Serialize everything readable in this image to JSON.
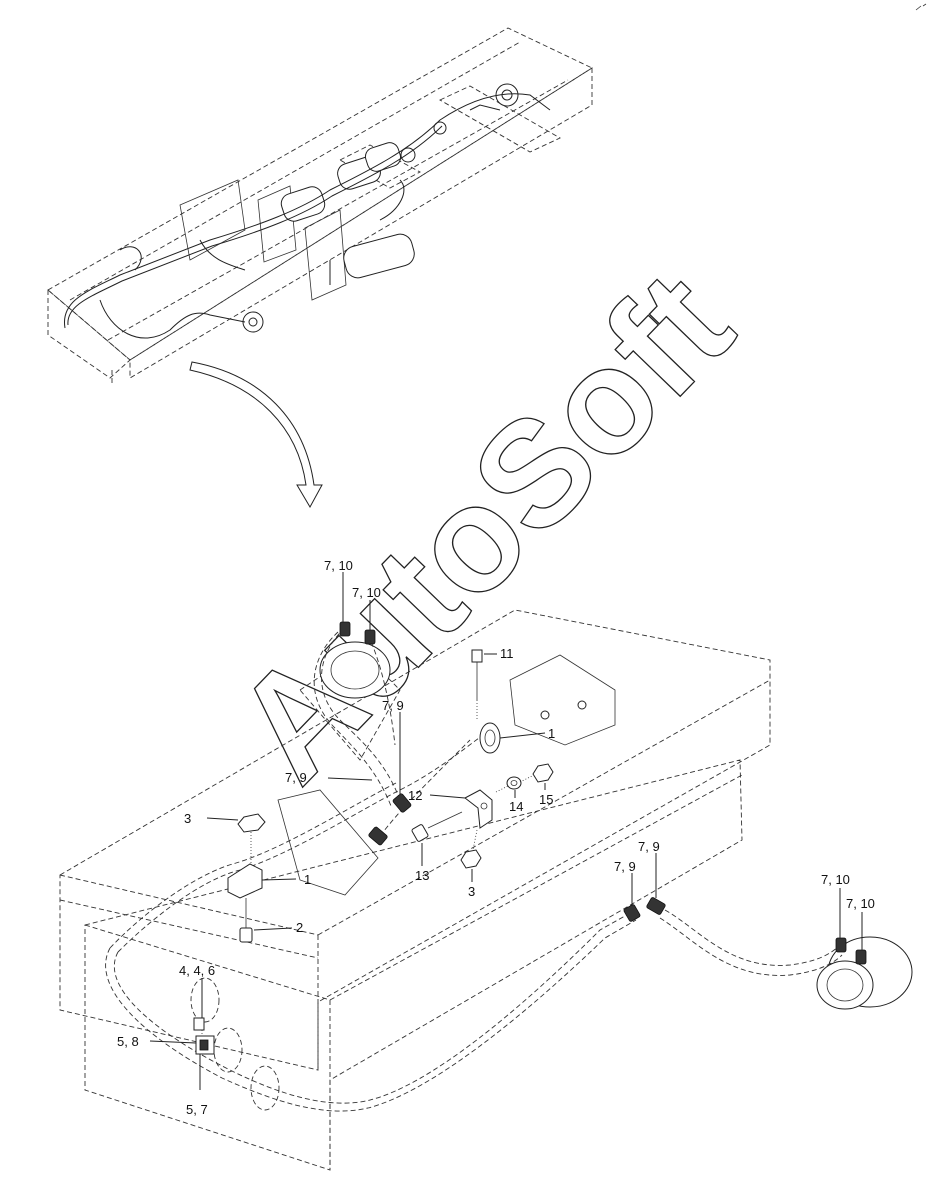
{
  "watermark": "AutoSoft",
  "callouts": [
    {
      "id": "c1",
      "text": "7, 10"
    },
    {
      "id": "c2",
      "text": "7, 10"
    },
    {
      "id": "c3",
      "text": "11"
    },
    {
      "id": "c4",
      "text": "7, 9"
    },
    {
      "id": "c5",
      "text": "1"
    },
    {
      "id": "c6",
      "text": "7, 9"
    },
    {
      "id": "c7",
      "text": "12"
    },
    {
      "id": "c8",
      "text": "3"
    },
    {
      "id": "c9",
      "text": "14"
    },
    {
      "id": "c10",
      "text": "15"
    },
    {
      "id": "c11",
      "text": "1"
    },
    {
      "id": "c12",
      "text": "13"
    },
    {
      "id": "c13",
      "text": "3"
    },
    {
      "id": "c14",
      "text": "7, 9"
    },
    {
      "id": "c15",
      "text": "7, 9"
    },
    {
      "id": "c16",
      "text": "7, 10"
    },
    {
      "id": "c17",
      "text": "7, 10"
    },
    {
      "id": "c18",
      "text": "2"
    },
    {
      "id": "c19",
      "text": "4, 4, 6"
    },
    {
      "id": "c20",
      "text": "5, 8"
    },
    {
      "id": "c21",
      "text": "5, 7"
    }
  ]
}
